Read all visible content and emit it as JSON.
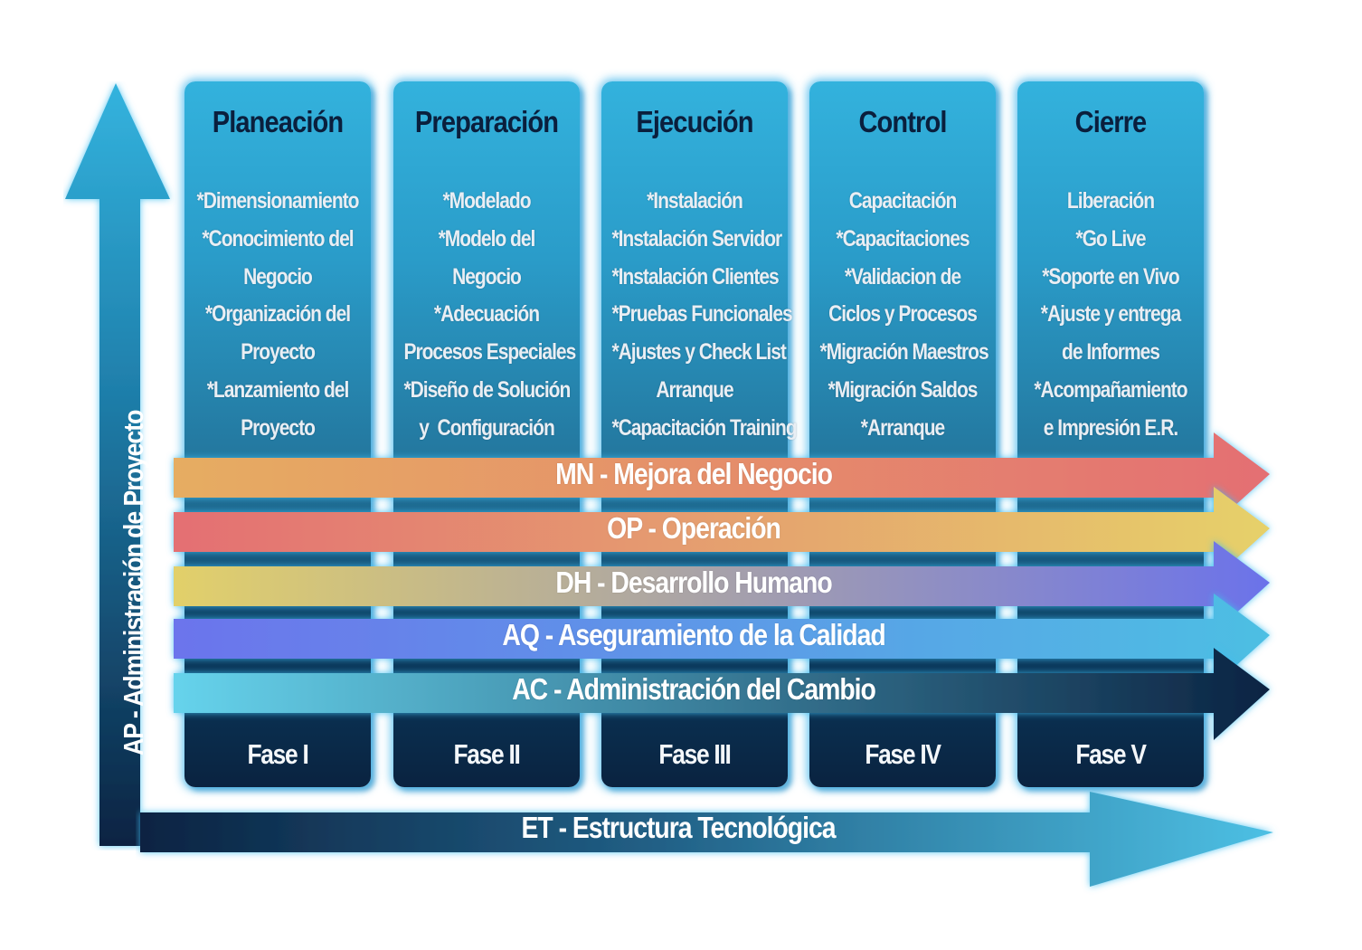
{
  "diagram": {
    "vertical_axis": {
      "label": "AP - Administración de Proyecto",
      "colors": [
        "#33b3de",
        "#0b2342"
      ]
    },
    "bottom_axis": {
      "label": "ET - Estructura Tecnológica",
      "colors": [
        "#0b2342",
        "#4dc0e4"
      ]
    },
    "phases": [
      {
        "title": "Planeación",
        "items": [
          "*Dimensionamiento",
          "*Conocimiento del",
          "Negocio",
          "*Organización del",
          "Proyecto",
          "*Lanzamiento del",
          "Proyecto"
        ],
        "fase": "Fase I"
      },
      {
        "title": "Preparación",
        "items": [
          "*Modelado",
          "*Modelo del",
          "Negocio",
          "*Adecuación",
          "Procesos Especiales",
          "*Diseño de Solución",
          "y  Configuración"
        ],
        "fase": "Fase II"
      },
      {
        "title": "Ejecución",
        "items": [
          "*Instalación",
          "*Instalación Servidor",
          "*Instalación Clientes",
          "*Pruebas Funcionales",
          "*Ajustes y Check List",
          "Arranque",
          "*Capacitación Training"
        ],
        "fase": "Fase III"
      },
      {
        "title": "Control",
        "items": [
          "Capacitación",
          "*Capacitaciones",
          "*Validacion de",
          "Ciclos y Procesos",
          "*Migración Maestros",
          "*Migración Saldos",
          "*Arranque"
        ],
        "fase": "Fase IV"
      },
      {
        "title": "Cierre",
        "items": [
          "Liberación",
          "*Go Live",
          "*Soporte en Vivo",
          "*Ajuste y entrega",
          "de Informes",
          "*Acompañamiento",
          "e Impresión E.R."
        ],
        "fase": "Fase V"
      }
    ],
    "process_arrows": [
      {
        "label": "MN - Mejora del Negocio",
        "color_start": "#e6ad62",
        "color_end": "#e46f73"
      },
      {
        "label": "OP - Operación",
        "color_start": "#e46f73",
        "color_end": "#e6d16a"
      },
      {
        "label": "DH - Desarrollo Humano",
        "color_start": "#e2d06a",
        "color_end": "#6b72ea"
      },
      {
        "label": "AQ - Aseguramiento de la Calidad",
        "color_start": "#6c74ec",
        "color_end": "#4dbfe3"
      },
      {
        "label": "AC - Administración del Cambio",
        "color_start": "#66d3ec",
        "color_end": "#0b2342"
      }
    ]
  }
}
